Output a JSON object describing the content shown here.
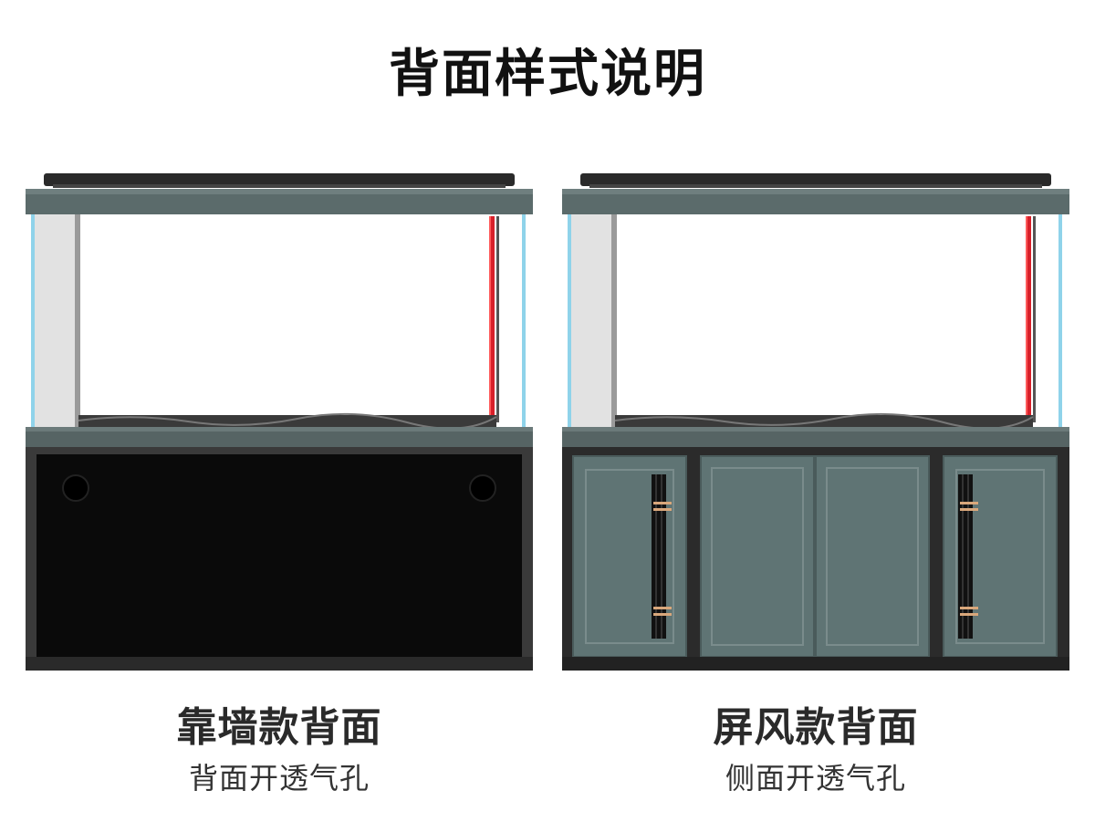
{
  "title": "背面样式说明",
  "variants": [
    {
      "name": "靠墙款背面",
      "description": "背面开透气孔",
      "cabinet_style": "solid-black-panel",
      "features": [
        "vent-hole-icon",
        "vent-hole-icon"
      ]
    },
    {
      "name": "屏风款背面",
      "description": "侧面开透气孔",
      "cabinet_style": "four-door-screen-panel",
      "features": [
        "door-panel",
        "door-panel",
        "door-panel",
        "door-panel"
      ]
    }
  ],
  "colors": {
    "frame_gray": "#5b6b6b",
    "lid_black": "#2a2a2a",
    "glass_blue": "#8fd3ea",
    "pipe_red": "#d8202a",
    "cabinet_black": "#0a0a0a",
    "door_green_gray": "#5f7474",
    "trim_copper": "#d9a77b"
  }
}
